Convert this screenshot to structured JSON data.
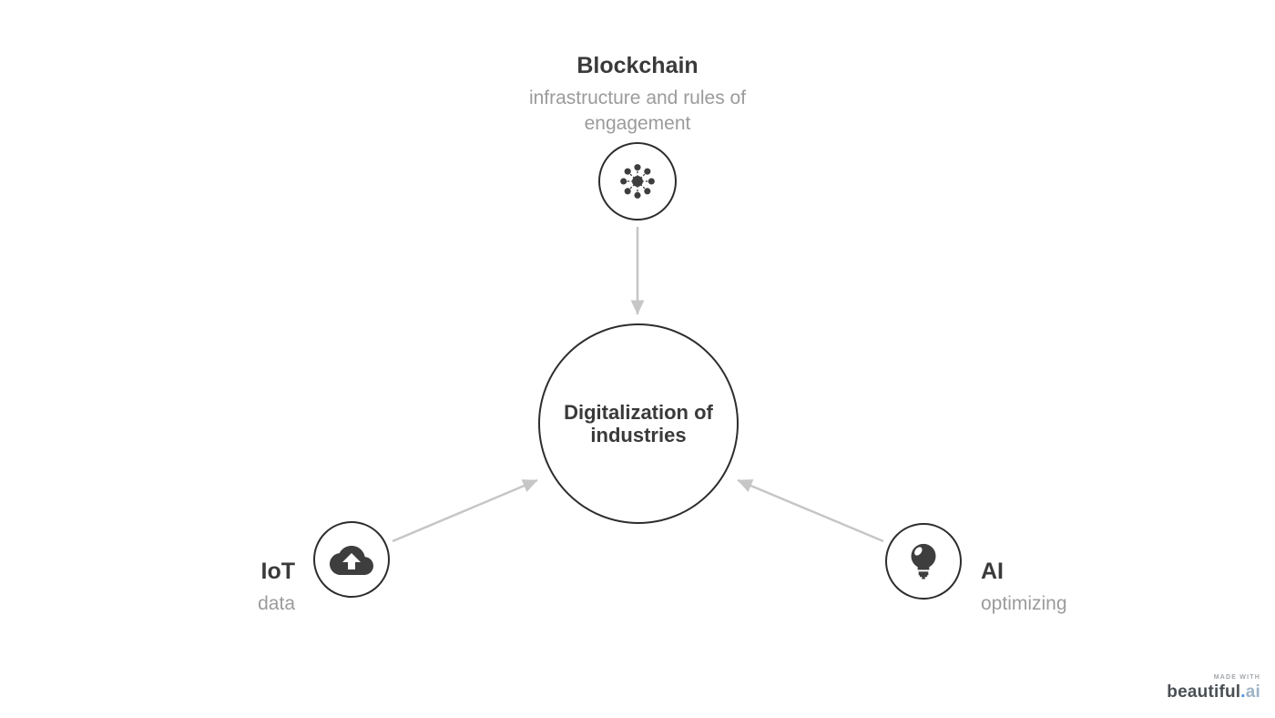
{
  "canvas": {
    "background": "#ffffff"
  },
  "colors": {
    "title_text": "#3a3a3a",
    "subtitle_text": "#9b9b9b",
    "circle_stroke": "#2d2d2d",
    "icon_fill": "#3e3e3e",
    "arrow": "#c6c6c6",
    "watermark_label": "#a3a7ab",
    "watermark_brand": "#4a4f54",
    "watermark_dot": "#4a90e2",
    "watermark_tld": "#9db3c6"
  },
  "diagram": {
    "center_node": {
      "label": "Digitalization of industries"
    },
    "top_node": {
      "title": "Blockchain",
      "subtitle": "infrastructure and rules of engagement",
      "icon": "network-hub-icon"
    },
    "left_node": {
      "title": "IoT",
      "subtitle": "data",
      "icon": "cloud-upload-icon"
    },
    "right_node": {
      "title": "AI",
      "subtitle": "optimizing",
      "icon": "lightbulb-icon"
    },
    "connections": [
      {
        "from": "top_node",
        "to": "center_node"
      },
      {
        "from": "left_node",
        "to": "center_node"
      },
      {
        "from": "right_node",
        "to": "center_node"
      }
    ]
  },
  "watermark": {
    "made_with": "MADE WITH",
    "brand_name": "beautiful",
    "brand_dot": ".",
    "brand_tld": "ai"
  }
}
